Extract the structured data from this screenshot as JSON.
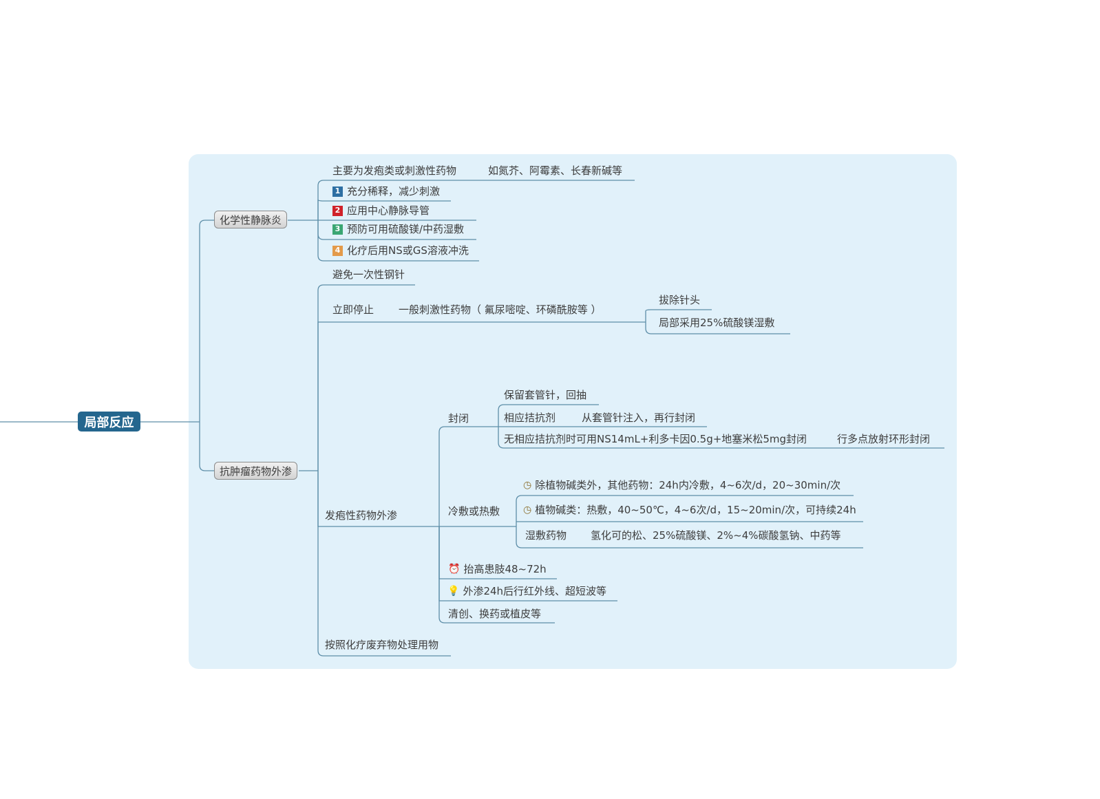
{
  "root": "局部反应",
  "chem": {
    "title": "化学性静脉炎",
    "drug_type": "主要为发疱类或刺激性药物",
    "drug_examples": "如氮芥、阿霉素、长春新碱等",
    "items": [
      {
        "num": "1",
        "color": "#2d6fa3",
        "label": "充分稀释，减少刺激"
      },
      {
        "num": "2",
        "color": "#d0222a",
        "label": "应用中心静脉导管"
      },
      {
        "num": "3",
        "color": "#3aa673",
        "label": "预防可用硫酸镁/中药湿敷"
      },
      {
        "num": "4",
        "color": "#e39a4a",
        "label": "化疗后用NS或GS溶液冲洗"
      }
    ]
  },
  "anti": {
    "title": "抗肿瘤药物外渗",
    "avoid": "避免一次性钢针",
    "stop": "立即停止",
    "general": "一般刺激性药物（ 氟尿嘧啶、环磷酰胺等 ）",
    "general_items": [
      "拔除针头",
      "局部采用25%硫酸镁湿敷"
    ],
    "vesicant": "发疱性药物外渗",
    "seal": "封闭",
    "seal_items": {
      "keep": "保留套管针，回抽",
      "antidote": "相应拮抗剂",
      "antidote_detail": "从套管针注入，再行封闭",
      "no_antidote": "无相应拮抗剂时可用NS14mL+利多卡因0.5g+地塞米松5mg封闭",
      "no_antidote_detail": "行多点放射环形封闭"
    },
    "compress": "冷敷或热敷",
    "compress_items": {
      "cold": "除植物碱类外，其他药物：24h内冷敷，4~6次/d，20~30min/次",
      "hot": "植物碱类：热敷，40~50℃，4~6次/d，15~20min/次，可持续24h",
      "wet": "湿敷药物",
      "wet_detail": "氢化可的松、25%硫酸镁、2%~4%碳酸氢钠、中药等"
    },
    "elevate": "抬高患肢48~72h",
    "infrared": "外渗24h后行红外线、超短波等",
    "debride": "清创、换药或植皮等",
    "waste": "按照化疗废弃物处理用物"
  },
  "icons": {
    "clock": "clock-icon",
    "alarm": "alarm-clock-icon",
    "bulb": "lightbulb-icon"
  }
}
